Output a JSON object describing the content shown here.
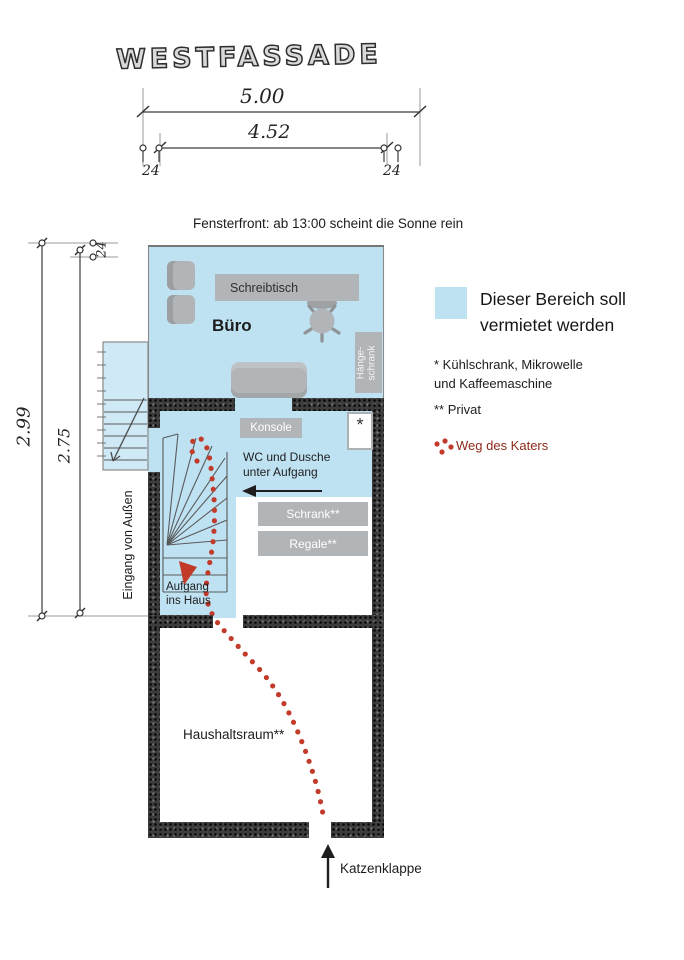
{
  "title": "WESTFASSADE",
  "dimensions": {
    "width_outer": "5.00",
    "width_inner": "4.52",
    "tick_left": "24",
    "tick_right": "24",
    "tick_top_left": "24",
    "height_outer": "2.99",
    "height_inner": "2.75"
  },
  "annotations": {
    "fensterfront": "Fensterfront: ab 13:00 scheint die Sonne rein",
    "eingang": "Eingang von Außen",
    "wc_line1": "WC und Dusche",
    "wc_line2": "unter Aufgang",
    "aufgang_line1": "Aufgang",
    "aufgang_line2": "ins Haus",
    "katzenklappe": "Katzenklappe"
  },
  "rooms": {
    "buero": "Büro",
    "haushaltsraum": "Haushaltsraum**"
  },
  "furniture": {
    "schreibtisch": "Schreibtisch",
    "haenge_line1": "Hänge-",
    "haenge_line2": "schrank",
    "konsole": "Konsole",
    "schrank": "Schrank**",
    "regale": "Regale**",
    "asterisk": "*"
  },
  "legend": {
    "rental_line1": "Dieser Bereich soll",
    "rental_line2": "vermietet werden",
    "appliances_line1": "* Kühlschrank, Mikrowelle",
    "appliances_line2": "und Kaffeemaschine",
    "privat": "** Privat",
    "weg_des_katers": "Weg des Katers"
  },
  "colors": {
    "rental_blue": "#bfe2f3",
    "furniture_gray": "#b1b5b7",
    "wall_dark": "#3c3c3c",
    "cat_red": "#c23b2a"
  }
}
